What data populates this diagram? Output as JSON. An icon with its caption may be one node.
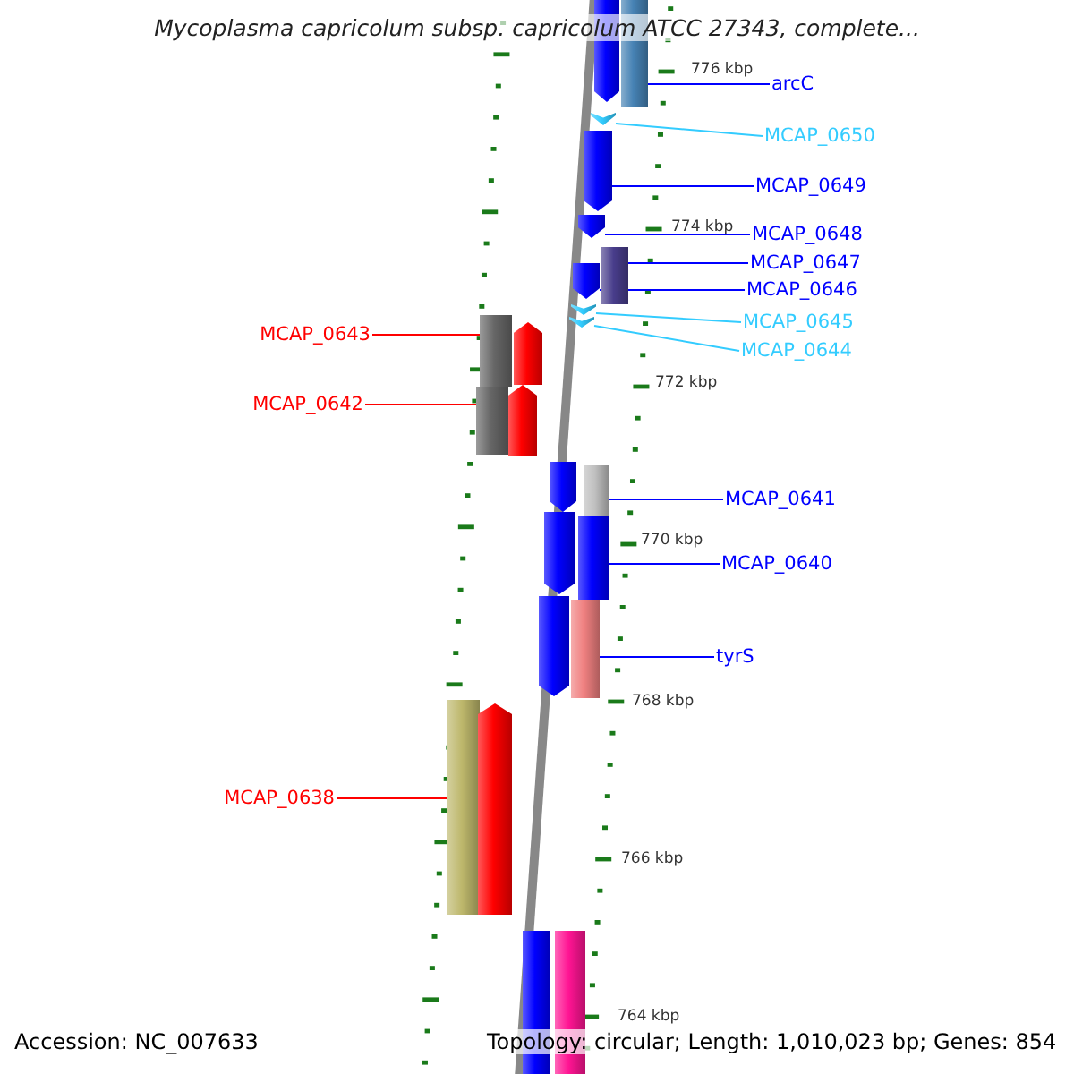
{
  "diagram": {
    "title": "Mycoplasma capricolum subsp. capricolum ATCC 27343, complete...",
    "nodes": [
      {
        "text": [
          "arcC"
        ]
      },
      {
        "text": [
          "MCAP_0650"
        ]
      },
      {
        "text": [
          "MCAP_0649"
        ]
      },
      {
        "text": [
          "MCAP_0648"
        ]
      },
      {
        "text": [
          "MCAP_0647"
        ]
      },
      {
        "text": [
          "MCAP_0646"
        ]
      },
      {
        "text": [
          "MCAP_0645"
        ]
      },
      {
        "text": [
          "MCAP_0643"
        ]
      },
      {
        "text": [
          "MCAP_0644"
        ]
      },
      {
        "text": [
          "MCAP_0642"
        ]
      },
      {
        "text": [
          "MCAP_0641"
        ]
      },
      {
        "text": [
          "MCAP_0640"
        ]
      },
      {
        "text": [
          "tyrS"
        ]
      },
      {
        "text": [
          "MCAP_0638"
        ]
      },
      {
        "text": [],
        "shape": "arrow"
      },
      {
        "text": [],
        "shape": "bar"
      },
      {
        "text": [],
        "shape": "arrow"
      },
      {
        "text": [],
        "shape": "arrow"
      },
      {
        "text": [],
        "shape": "arrow"
      },
      {
        "text": [],
        "shape": "bar"
      },
      {
        "text": [],
        "shape": "arrow"
      },
      {
        "text": [],
        "shape": "arrow"
      },
      {
        "text": [],
        "shape": "bar"
      },
      {
        "text": [],
        "shape": "arrow"
      },
      {
        "text": [],
        "shape": "arrow"
      },
      {
        "text": [],
        "shape": "bar"
      },
      {
        "text": [],
        "shape": "arrow"
      },
      {
        "text": [],
        "shape": "arrow"
      },
      {
        "text": [],
        "shape": "bar"
      },
      {
        "text": [],
        "shape": "arrow"
      },
      {
        "text": [],
        "shape": "bar"
      },
      {
        "text": [],
        "shape": "arrow"
      },
      {
        "text": [],
        "shape": "bar"
      },
      {
        "text": [],
        "shape": "bar"
      },
      {
        "text": [],
        "shape": "arrow"
      },
      {
        "text": [],
        "shape": "bar"
      },
      {
        "text": [],
        "shape": "bar"
      }
    ],
    "edges": [
      {
        "from": 0,
        "to": 15,
        "arrow": "none"
      },
      {
        "from": 1,
        "to": 16,
        "arrow": "none",
        "color": "#33ccff"
      },
      {
        "from": 2,
        "to": 17,
        "arrow": "none"
      },
      {
        "from": 3,
        "to": 18,
        "arrow": "none"
      },
      {
        "from": 4,
        "to": 19,
        "arrow": "none"
      },
      {
        "from": 5,
        "to": 20,
        "arrow": "none"
      },
      {
        "from": 6,
        "to": 21,
        "arrow": "none",
        "color": "#33ccff"
      },
      {
        "from": 7,
        "to": 22,
        "arrow": "none",
        "color": "#ff0000"
      },
      {
        "from": 8,
        "to": 23,
        "arrow": "none",
        "color": "#33ccff"
      },
      {
        "from": 9,
        "to": 25,
        "arrow": "none",
        "color": "#ff0000"
      },
      {
        "from": 10,
        "to": 28,
        "arrow": "none"
      },
      {
        "from": 11,
        "to": 30,
        "arrow": "none"
      },
      {
        "from": 12,
        "to": 32,
        "arrow": "none"
      },
      {
        "from": 13,
        "to": 33,
        "arrow": "none",
        "color": "#ff0000"
      }
    ],
    "labels": [
      "776 kbp",
      "774 kbp",
      "772 kbp",
      "770 kbp",
      "768 kbp",
      "766 kbp",
      "764 kbp",
      "Accession: NC_007633",
      "Topology: circular; Length: 1,010,023 bp; Genes: 854"
    ]
  }
}
